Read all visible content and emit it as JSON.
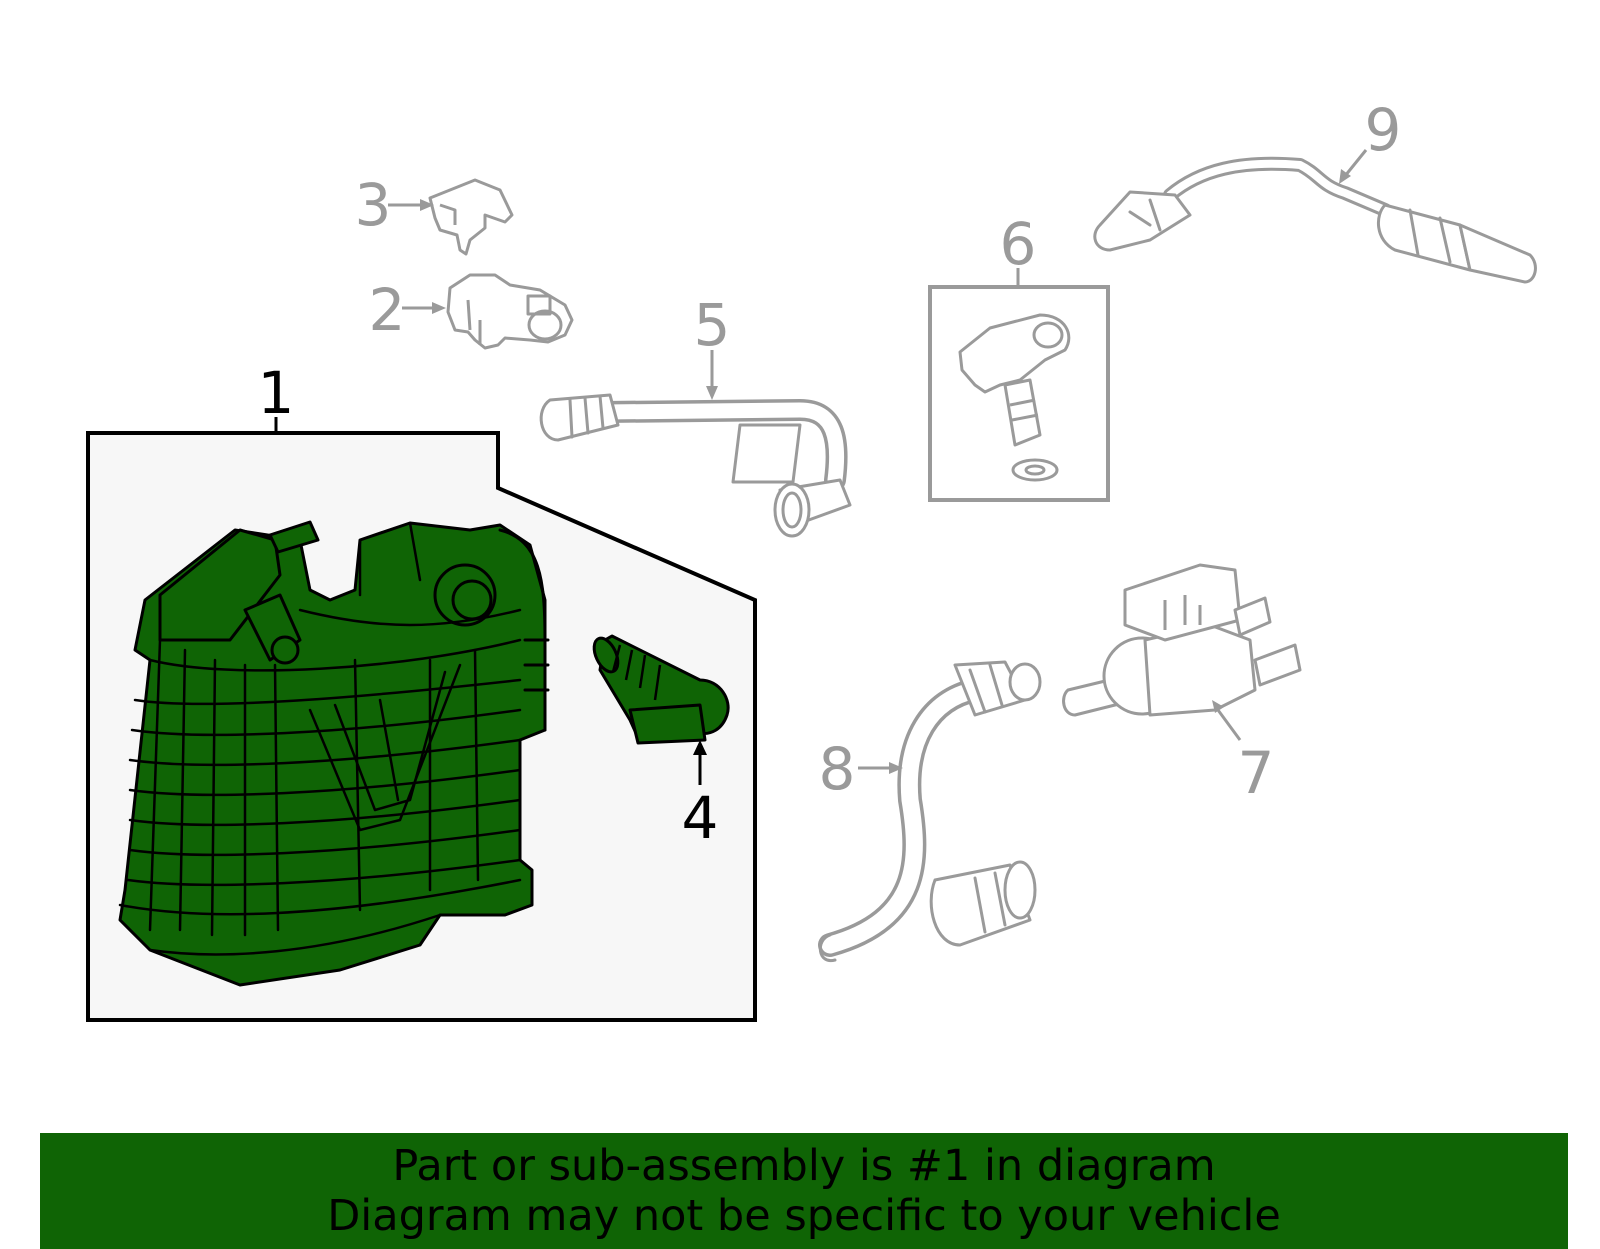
{
  "callouts": {
    "c1": "1",
    "c2": "2",
    "c3": "3",
    "c4": "4",
    "c5": "5",
    "c6": "6",
    "c7": "7",
    "c8": "8",
    "c9": "9"
  },
  "banner": {
    "line1": "Part or sub-assembly is #1 in diagram",
    "line2": "Diagram may not be specific to your vehicle"
  },
  "colors": {
    "highlight": "#0f6405",
    "banner": "#0f6405",
    "inactive": "#9a9a9a",
    "panel": "#f7f7f7"
  }
}
